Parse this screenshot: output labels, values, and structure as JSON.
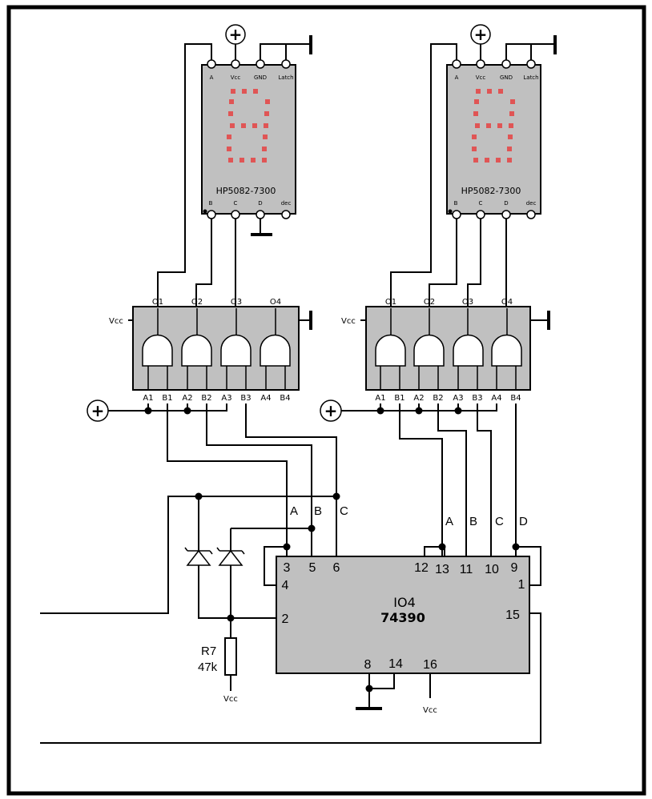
{
  "displays": [
    {
      "part": "HP5082-7300",
      "top_pins": [
        "A",
        "Vcc",
        "GND",
        "Latch"
      ],
      "bottom_pins": [
        "B",
        "C",
        "D",
        "dec"
      ]
    },
    {
      "part": "HP5082-7300",
      "top_pins": [
        "A",
        "Vcc",
        "GND",
        "Latch"
      ],
      "bottom_pins": [
        "B",
        "C",
        "D",
        "dec"
      ]
    }
  ],
  "gate_chips": [
    {
      "supply": "Vcc",
      "outputs": [
        "O1",
        "O2",
        "O3",
        "O4"
      ],
      "inputs": [
        "A1",
        "B1",
        "A2",
        "B2",
        "A3",
        "B3",
        "A4",
        "B4"
      ]
    },
    {
      "supply": "Vcc",
      "outputs": [
        "O1",
        "O2",
        "O3",
        "O4"
      ],
      "inputs": [
        "A1",
        "B1",
        "A2",
        "B2",
        "A3",
        "B3",
        "A4",
        "B4"
      ]
    }
  ],
  "plus_symbol": "+",
  "counter": {
    "designator": "IO4",
    "part": "74390",
    "pins": {
      "p3": "3",
      "p5": "5",
      "p6": "6",
      "p4": "4",
      "p2": "2",
      "p12": "12",
      "p13": "13",
      "p11": "11",
      "p10": "10",
      "p9": "9",
      "p1": "1",
      "p15": "15",
      "p8": "8",
      "p14": "14",
      "p16": "16"
    },
    "signal_labels_left": [
      "A",
      "B",
      "C"
    ],
    "signal_labels_right": [
      "A",
      "B",
      "C",
      "D"
    ]
  },
  "resistor": {
    "designator": "R7",
    "value": "47k",
    "supply": "Vcc"
  },
  "counter_supply": "Vcc"
}
